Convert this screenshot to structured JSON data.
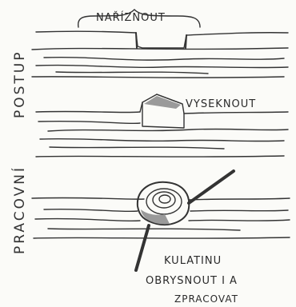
{
  "side_labels": {
    "upper": "POSTUP",
    "lower": "PRACOVNÍ"
  },
  "steps": [
    {
      "label": "NAŘÍZNOUT"
    },
    {
      "label": "VYSEKNOUT"
    },
    {
      "label_lines": [
        "KULATINU",
        "OBRYSNOUT I A",
        "ZPRACOVAT"
      ]
    }
  ],
  "colors": {
    "ink": "#333333",
    "paper": "#fbfbf8",
    "shade": "#9a9a9a"
  }
}
